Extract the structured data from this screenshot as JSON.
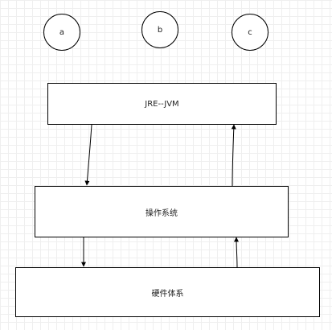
{
  "circles": [
    {
      "label": "a"
    },
    {
      "label": "b"
    },
    {
      "label": "c"
    }
  ],
  "boxes": {
    "jvm": {
      "label": "JRE--JVM"
    },
    "os": {
      "label": "操作系统"
    },
    "hardware": {
      "label": "硬件体系"
    }
  },
  "colors": {
    "stroke": "#000000",
    "fill": "#ffffff",
    "grid": "#efefef"
  }
}
